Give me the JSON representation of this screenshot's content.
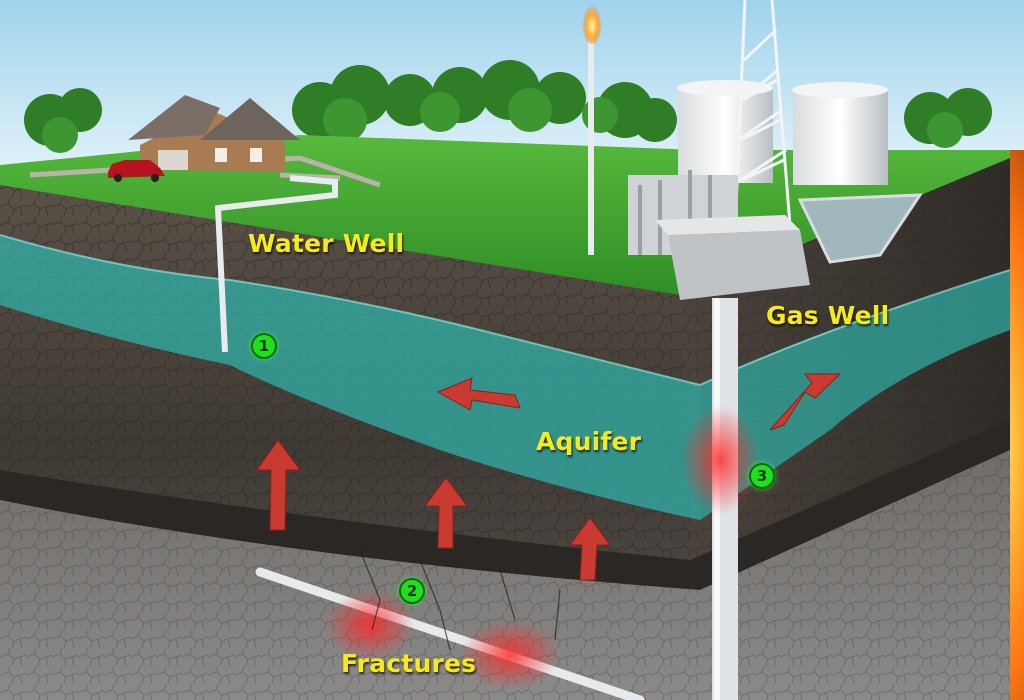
{
  "labels": {
    "water_well": "Water Well",
    "gas_well": "Gas Well",
    "aquifer": "Aquifer",
    "fractures": "Fractures"
  },
  "markers": [
    "1",
    "2",
    "3"
  ],
  "colors": {
    "label_text": "#f6ea1c",
    "marker_fill": "#1ee01e",
    "aquifer_water": "#2fb5ad",
    "migration_arrow": "#c93a30",
    "grass": "#3fa431",
    "sky": "#bfe3f2",
    "magma": "#ff8a1a"
  },
  "icons": [
    "house-icon",
    "car-icon",
    "tree-icon",
    "flare-stack-icon",
    "drilling-rig-icon",
    "storage-tank-icon",
    "arrow-icon"
  ]
}
